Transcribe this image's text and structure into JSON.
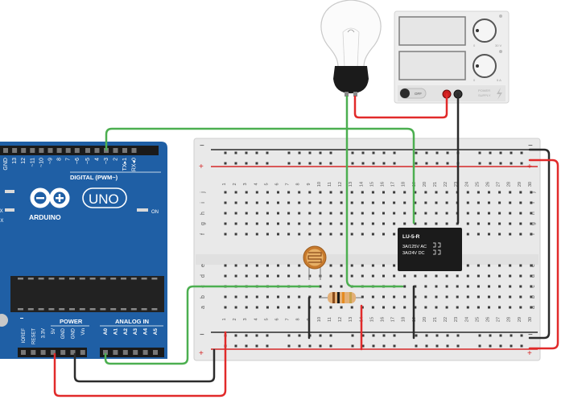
{
  "arduino": {
    "brand": "ARDUINO",
    "model": "UNO",
    "on_label": "ON",
    "digital_label": "DIGITAL (PWM~)",
    "digital_pins": [
      "GND",
      "13",
      "12",
      "~11",
      "~10",
      "~9",
      "8",
      "7",
      "~6",
      "~5",
      "4",
      "~3",
      "2",
      "TX▸1",
      "RX◂0"
    ],
    "left_labels": [
      "TX",
      "RX"
    ],
    "power_label": "POWER",
    "analog_label": "ANALOG IN",
    "power_pins": [
      "IOREF",
      "RESET",
      "3.3V",
      "5V",
      "GND",
      "GND",
      "Vin"
    ],
    "analog_pins": [
      "A0",
      "A1",
      "A2",
      "A3",
      "A4",
      "A5"
    ]
  },
  "power_supply": {
    "off_label": "OFF",
    "brand_line1": "POWER",
    "brand_line2": "SUPPLY",
    "knob1_labels": [
      "0",
      "30 V"
    ],
    "knob2_labels": [
      "0",
      "5 A"
    ]
  },
  "relay": {
    "name": "LU-5-R",
    "spec1": "3A/125V AC",
    "spec2": "3A/24V DC"
  },
  "breadboard": {
    "plus": "+",
    "minus": "−",
    "row_labels_top": [
      "j",
      "i",
      "h",
      "g",
      "f"
    ],
    "row_labels_bottom": [
      "e",
      "d",
      "c",
      "b",
      "a"
    ],
    "columns": [
      "1",
      "2",
      "3",
      "4",
      "5",
      "6",
      "7",
      "8",
      "9",
      "10",
      "11",
      "12",
      "13",
      "14",
      "15",
      "16",
      "17",
      "18",
      "19",
      "20",
      "21",
      "22",
      "23",
      "24",
      "25",
      "26",
      "27",
      "28",
      "29",
      "30"
    ]
  },
  "colors": {
    "board_blue": "#1f5fa5",
    "wire_green": "#4caf50",
    "wire_red": "#e12a2a",
    "wire_black": "#2b2b2b",
    "breadboard": "#e9e9e9"
  }
}
